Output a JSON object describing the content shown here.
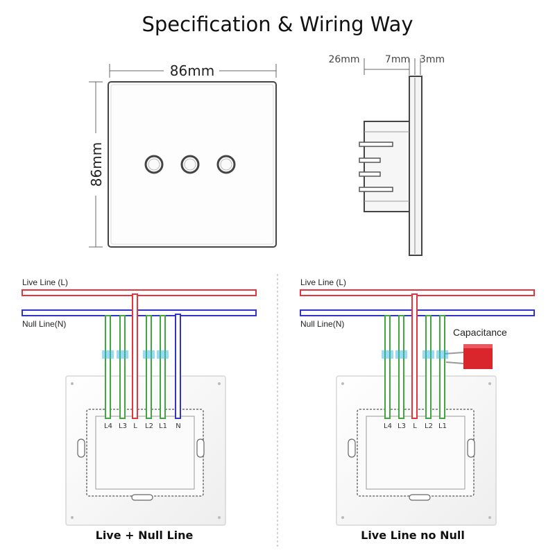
{
  "title": "Specification & Wiring Way",
  "front_view": {
    "width_label": "86mm",
    "height_label": "86mm"
  },
  "side_view": {
    "depth_label": "26mm",
    "mid_label": "7mm",
    "panel_label": "3mm"
  },
  "left_diagram": {
    "live_line_label": "Live Line (L)",
    "null_line_label": "Null Line(N)",
    "terminals": [
      "L4",
      "L3",
      "L",
      "L2",
      "L1",
      "N"
    ],
    "caption": "Live + Null Line"
  },
  "right_diagram": {
    "live_line_label": "Live Line (L)",
    "null_line_label": "Null Line(N)",
    "capacitance_label": "Capacitance",
    "terminals": [
      "L4",
      "L3",
      "L",
      "L2",
      "L1"
    ],
    "caption": "Live Line no Null"
  },
  "colors": {
    "live": "#e8323c",
    "null": "#2f33c8",
    "load": "#3ea83a",
    "capacitor": "#d9262d",
    "connector": "#38b6e8"
  }
}
